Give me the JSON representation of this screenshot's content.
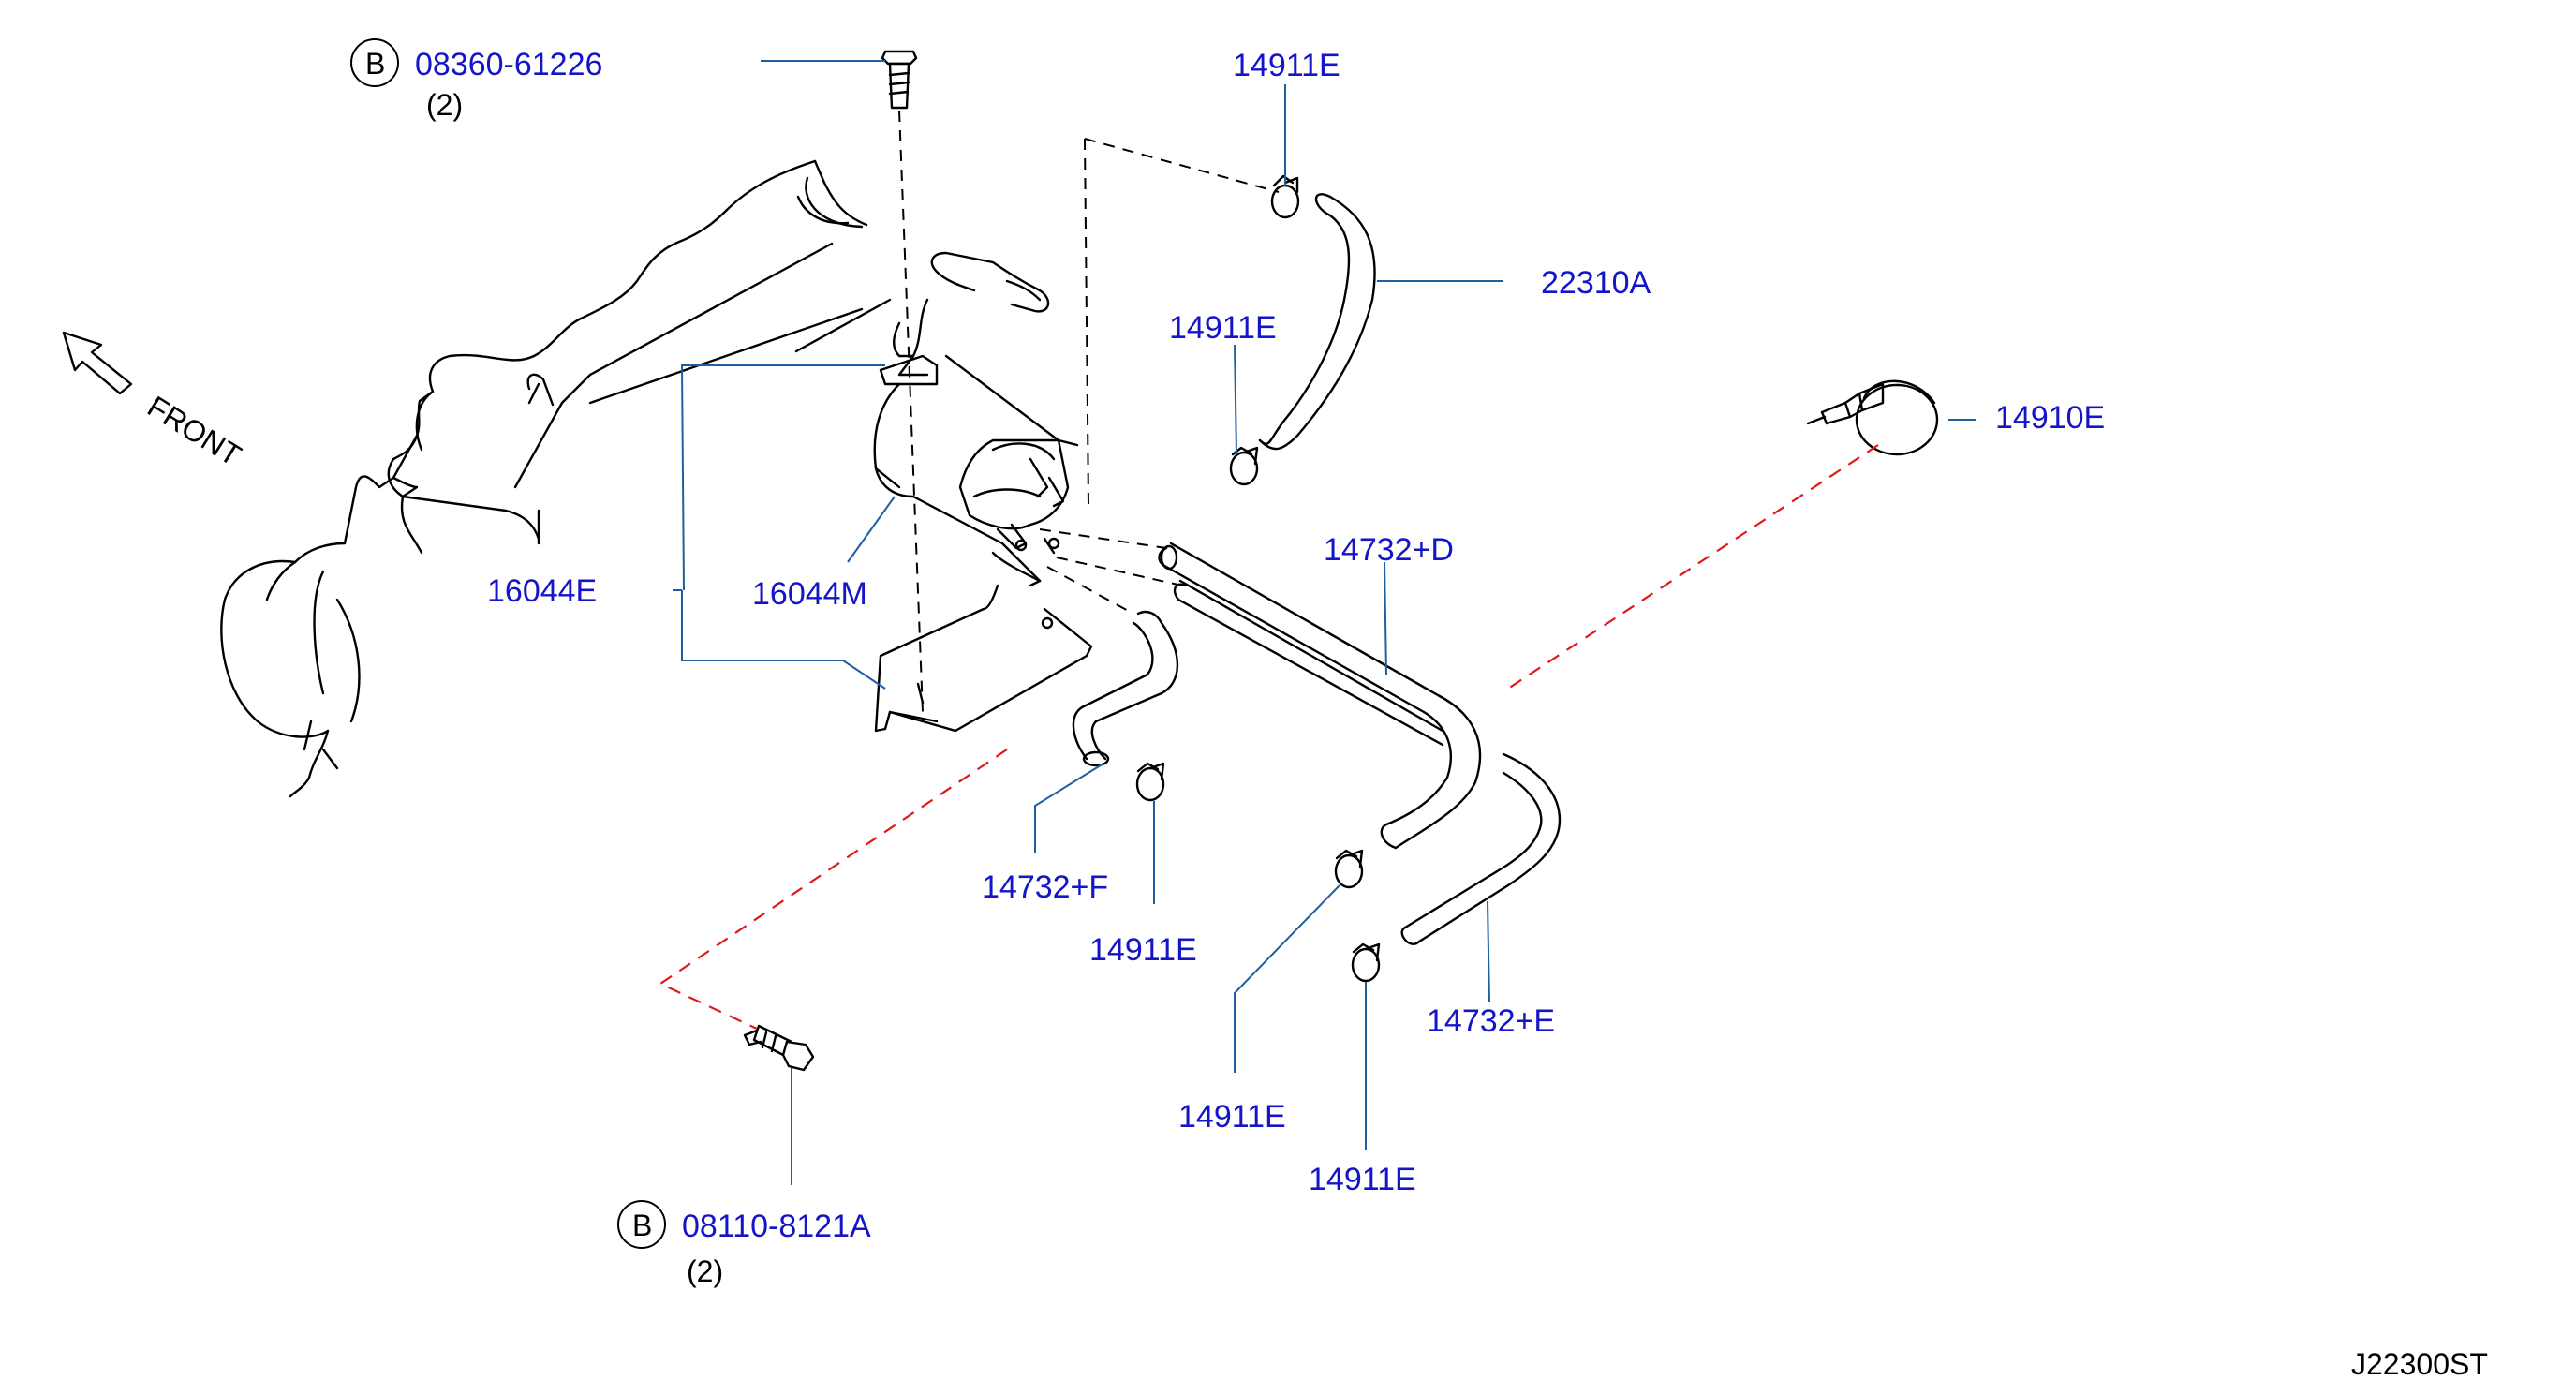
{
  "labels": {
    "bolt_top_part": "08360-61226",
    "bolt_top_qty": "(2)",
    "bolt_top_badge": "B",
    "bolt_bottom_part": "08110-8121A",
    "bolt_bottom_qty": "(2)",
    "bolt_bottom_badge": "B",
    "clamp_top": "14911E",
    "clamp_mid": "14911E",
    "clamp_low_left": "14911E",
    "clamp_low_mid": "14911E",
    "clamp_low_right": "14911E",
    "hose_22310a": "22310A",
    "valve_14910e": "14910E",
    "hose_14732d": "14732+D",
    "hose_14732f": "14732+F",
    "hose_14732e": "14732+E",
    "bracket_16044e": "16044E",
    "bracket_16044m": "16044M",
    "front_arrow": "FRONT",
    "diagram_code": "J22300ST"
  },
  "colors": {
    "label_text": "#1414c8",
    "leader_line": "#1f5fa0",
    "hidden_line_red": "#e01818",
    "drawing_line": "#000000"
  }
}
